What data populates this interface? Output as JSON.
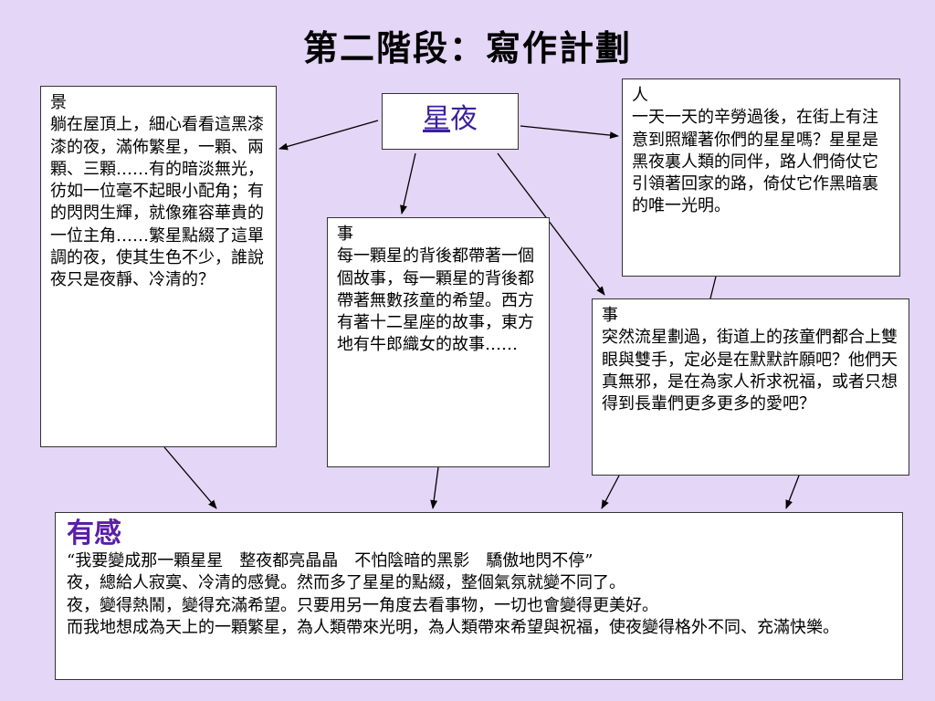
{
  "title": "第二階段：寫作計劃",
  "center": {
    "char1": "星",
    "char2": "夜"
  },
  "scene": {
    "heading": "景",
    "text": "躺在屋頂上，細心看看這黑漆漆的夜，滿佈繁星，一顆、兩顆、三顆……有的暗淡無光，彷如一位毫不起眼小配角；有的閃閃生輝，就像雍容華貴的一位主角……繁星點綴了這單調的夜，使其生色不少，誰說夜只是夜靜、冷清的？"
  },
  "person": {
    "heading": "人",
    "text": "一天一天的辛勞過後，在街上有注意到照耀著你們的星星嗎？星星是黑夜裏人類的同伴，路人們倚仗它引領著回家的路，倚仗它作黑暗裏的唯一光明。"
  },
  "event1": {
    "heading": "事",
    "text": "每一顆星的背後都帶著一個個故事，每一顆星的背後都帶著無數孩童的希望。西方有著十二星座的故事，東方地有牛郎織女的故事……"
  },
  "event2": {
    "heading": "事",
    "text": "突然流星劃過，街道上的孩童們都合上雙眼與雙手，定必是在默默許願吧？他們天真無邪，是在為家人祈求祝福，或者只想得到長輩們更多更多的愛吧？"
  },
  "feeling": {
    "heading": "有感",
    "lines": [
      "“我要變成那一顆星星　整夜都亮晶晶　不怕陰暗的黑影　驕傲地閃不停”",
      "夜，總給人寂寞、冷清的感覺。然而多了星星的點綴，整個氣氛就變不同了。",
      "夜，變得熱鬧，變得充滿希望。只要用另一角度去看事物，一切也會變得更美好。",
      "而我地想成為天上的一顆繁星，為人類帶來光明，為人類帶來希望與祝福，使夜變得格外不同、充滿快樂。"
    ]
  }
}
